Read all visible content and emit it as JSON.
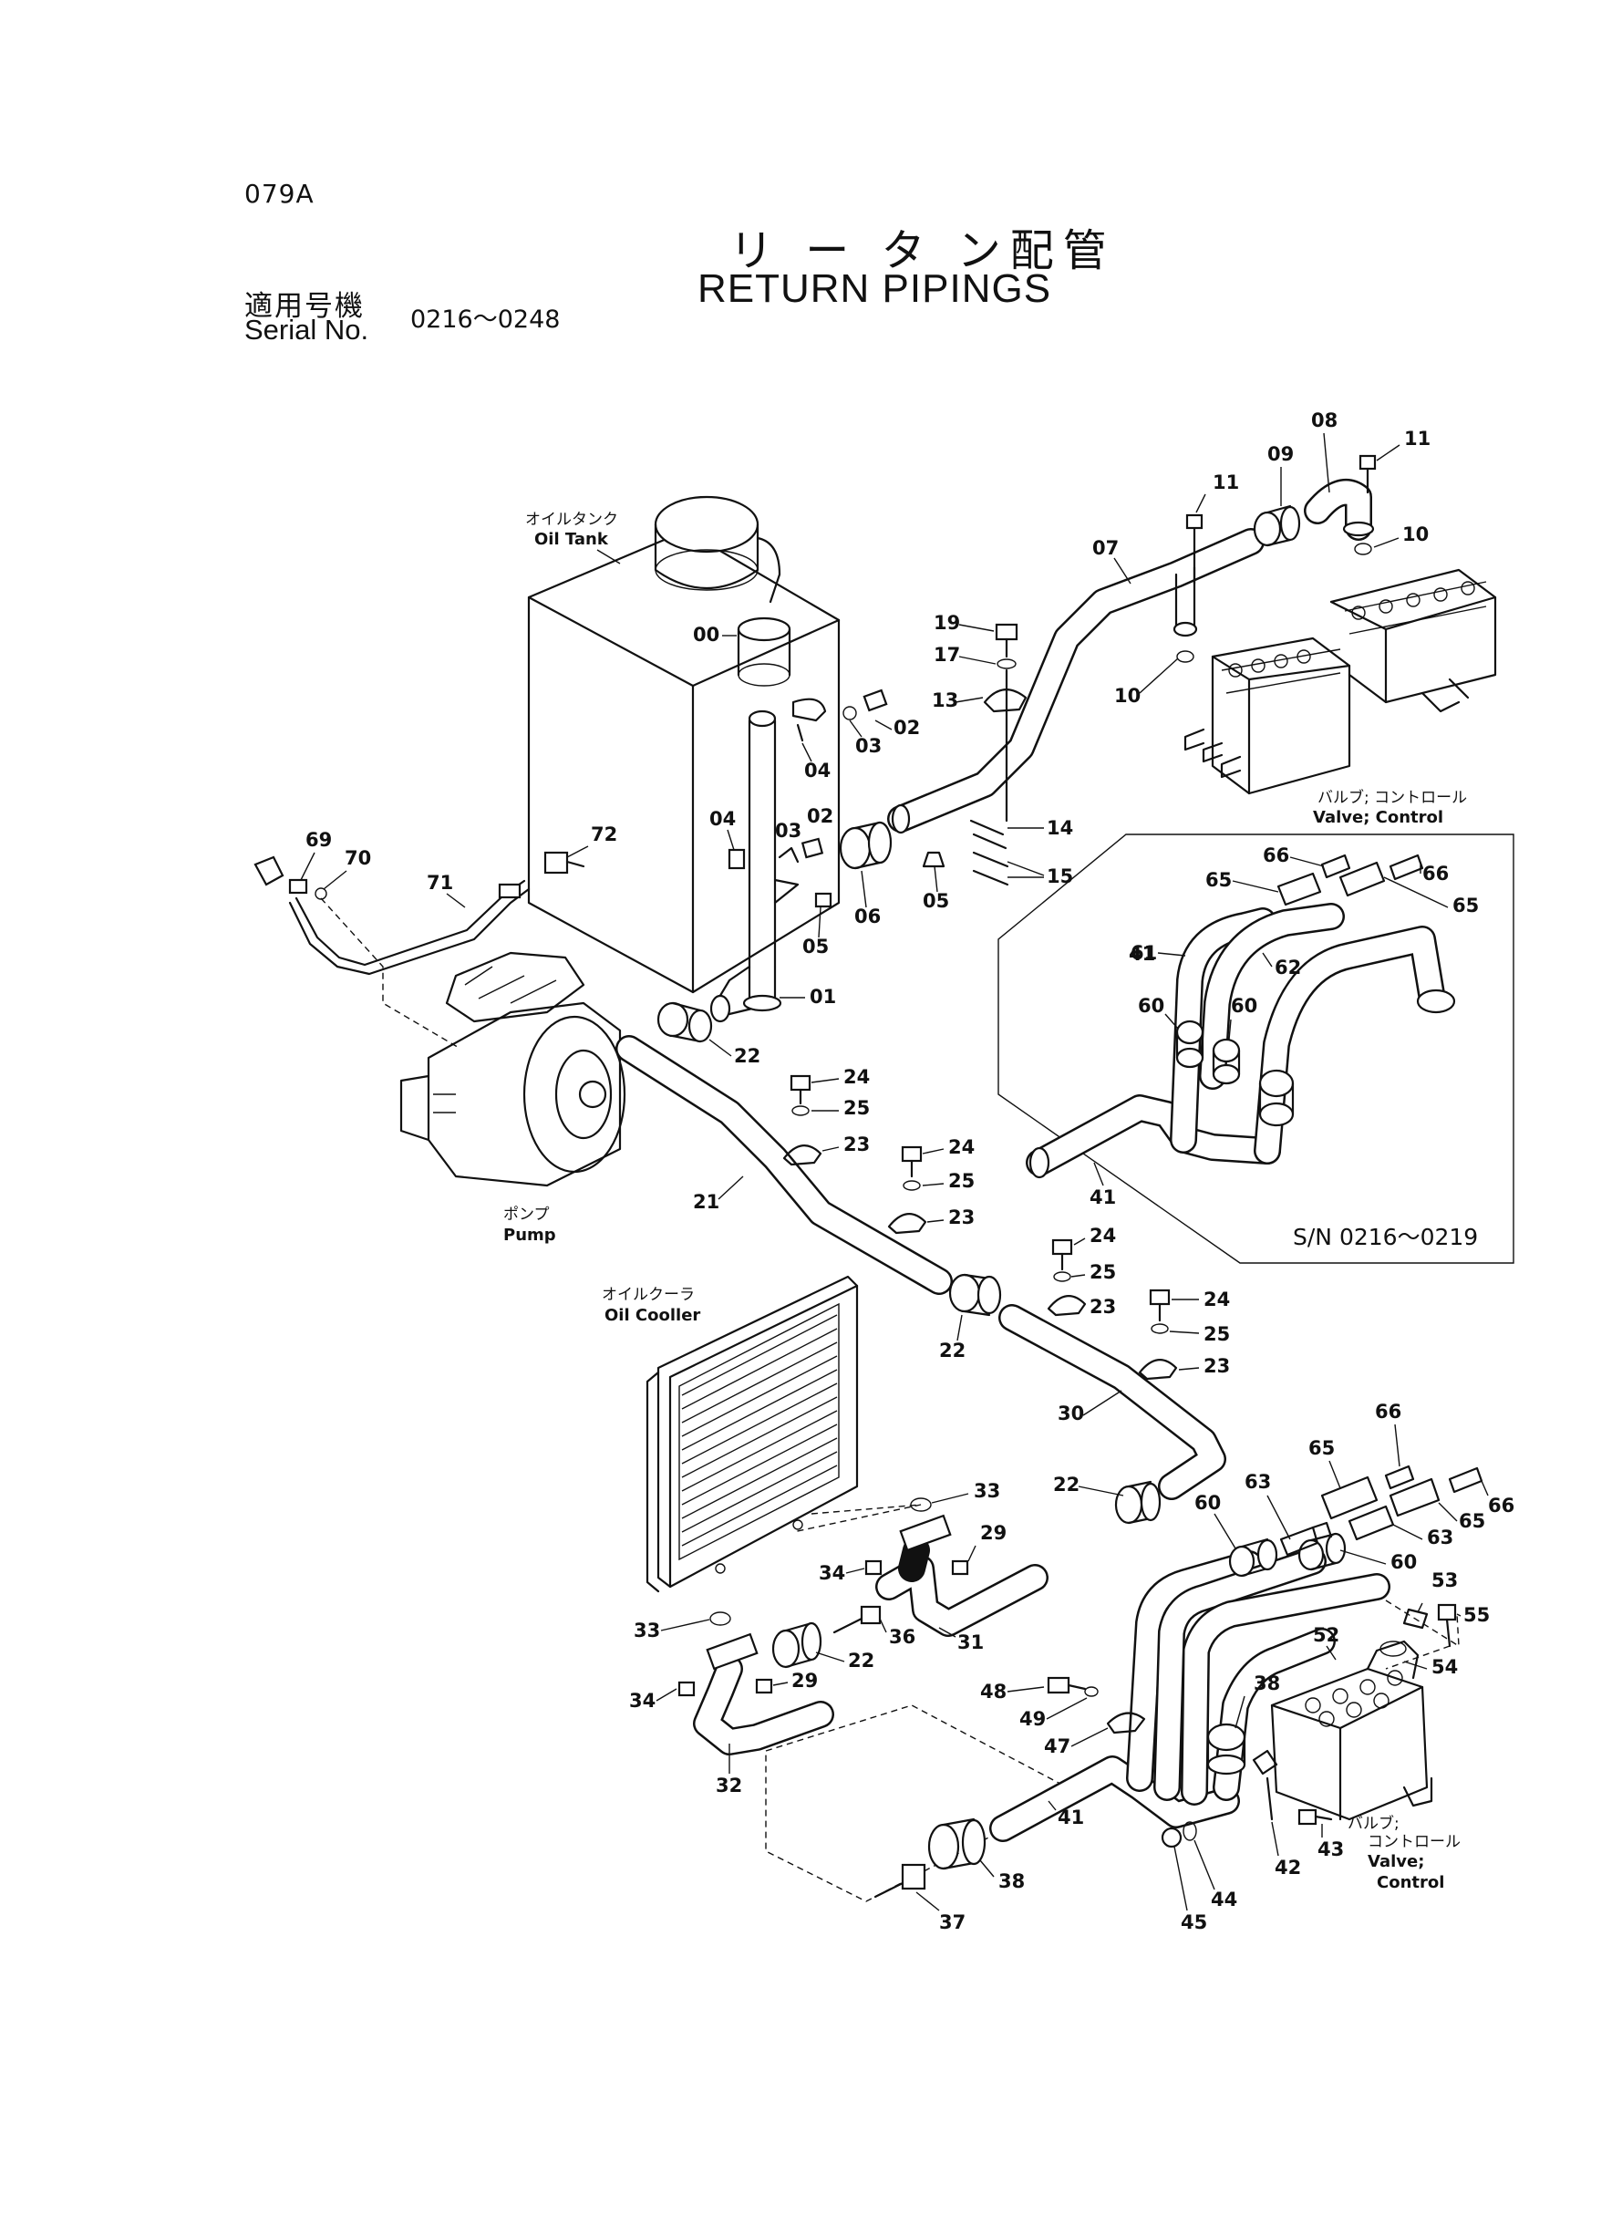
{
  "page_id": "079A",
  "title_jp": "リ ー タ ン配管",
  "title_en": "RETURN PIPINGS",
  "serial_label_jp": "適用号機",
  "serial_label_en": "Serial No.",
  "serial_range": "0216～0248",
  "components": {
    "oil_tank_jp": "オイルタンク",
    "oil_tank_en": "Oil Tank",
    "valve_control_jp": "バルブ; コントロール",
    "valve_control_en": "Valve; Control",
    "pump_jp": "ポンプ",
    "pump_en": "Pump",
    "oil_cooler_jp": "オイルクーラ",
    "oil_cooler_en": "Oil Cooller",
    "valve_control2_jp1": "バルブ;",
    "valve_control2_jp2": "コントロール",
    "valve_control2_en1": "Valve;",
    "valve_control2_en2": "Control"
  },
  "inset_serial": "S/N 0216～0219",
  "part_numbers": [
    "00",
    "01",
    "02",
    "03",
    "04",
    "05",
    "06",
    "07",
    "08",
    "09",
    "10",
    "11",
    "13",
    "14",
    "15",
    "17",
    "19",
    "21",
    "22",
    "23",
    "24",
    "25",
    "29",
    "30",
    "31",
    "32",
    "33",
    "34",
    "36",
    "37",
    "38",
    "41",
    "42",
    "43",
    "44",
    "45",
    "47",
    "48",
    "49",
    "52",
    "53",
    "54",
    "55",
    "60",
    "61",
    "62",
    "63",
    "65",
    "66",
    "69",
    "70",
    "71",
    "72"
  ]
}
